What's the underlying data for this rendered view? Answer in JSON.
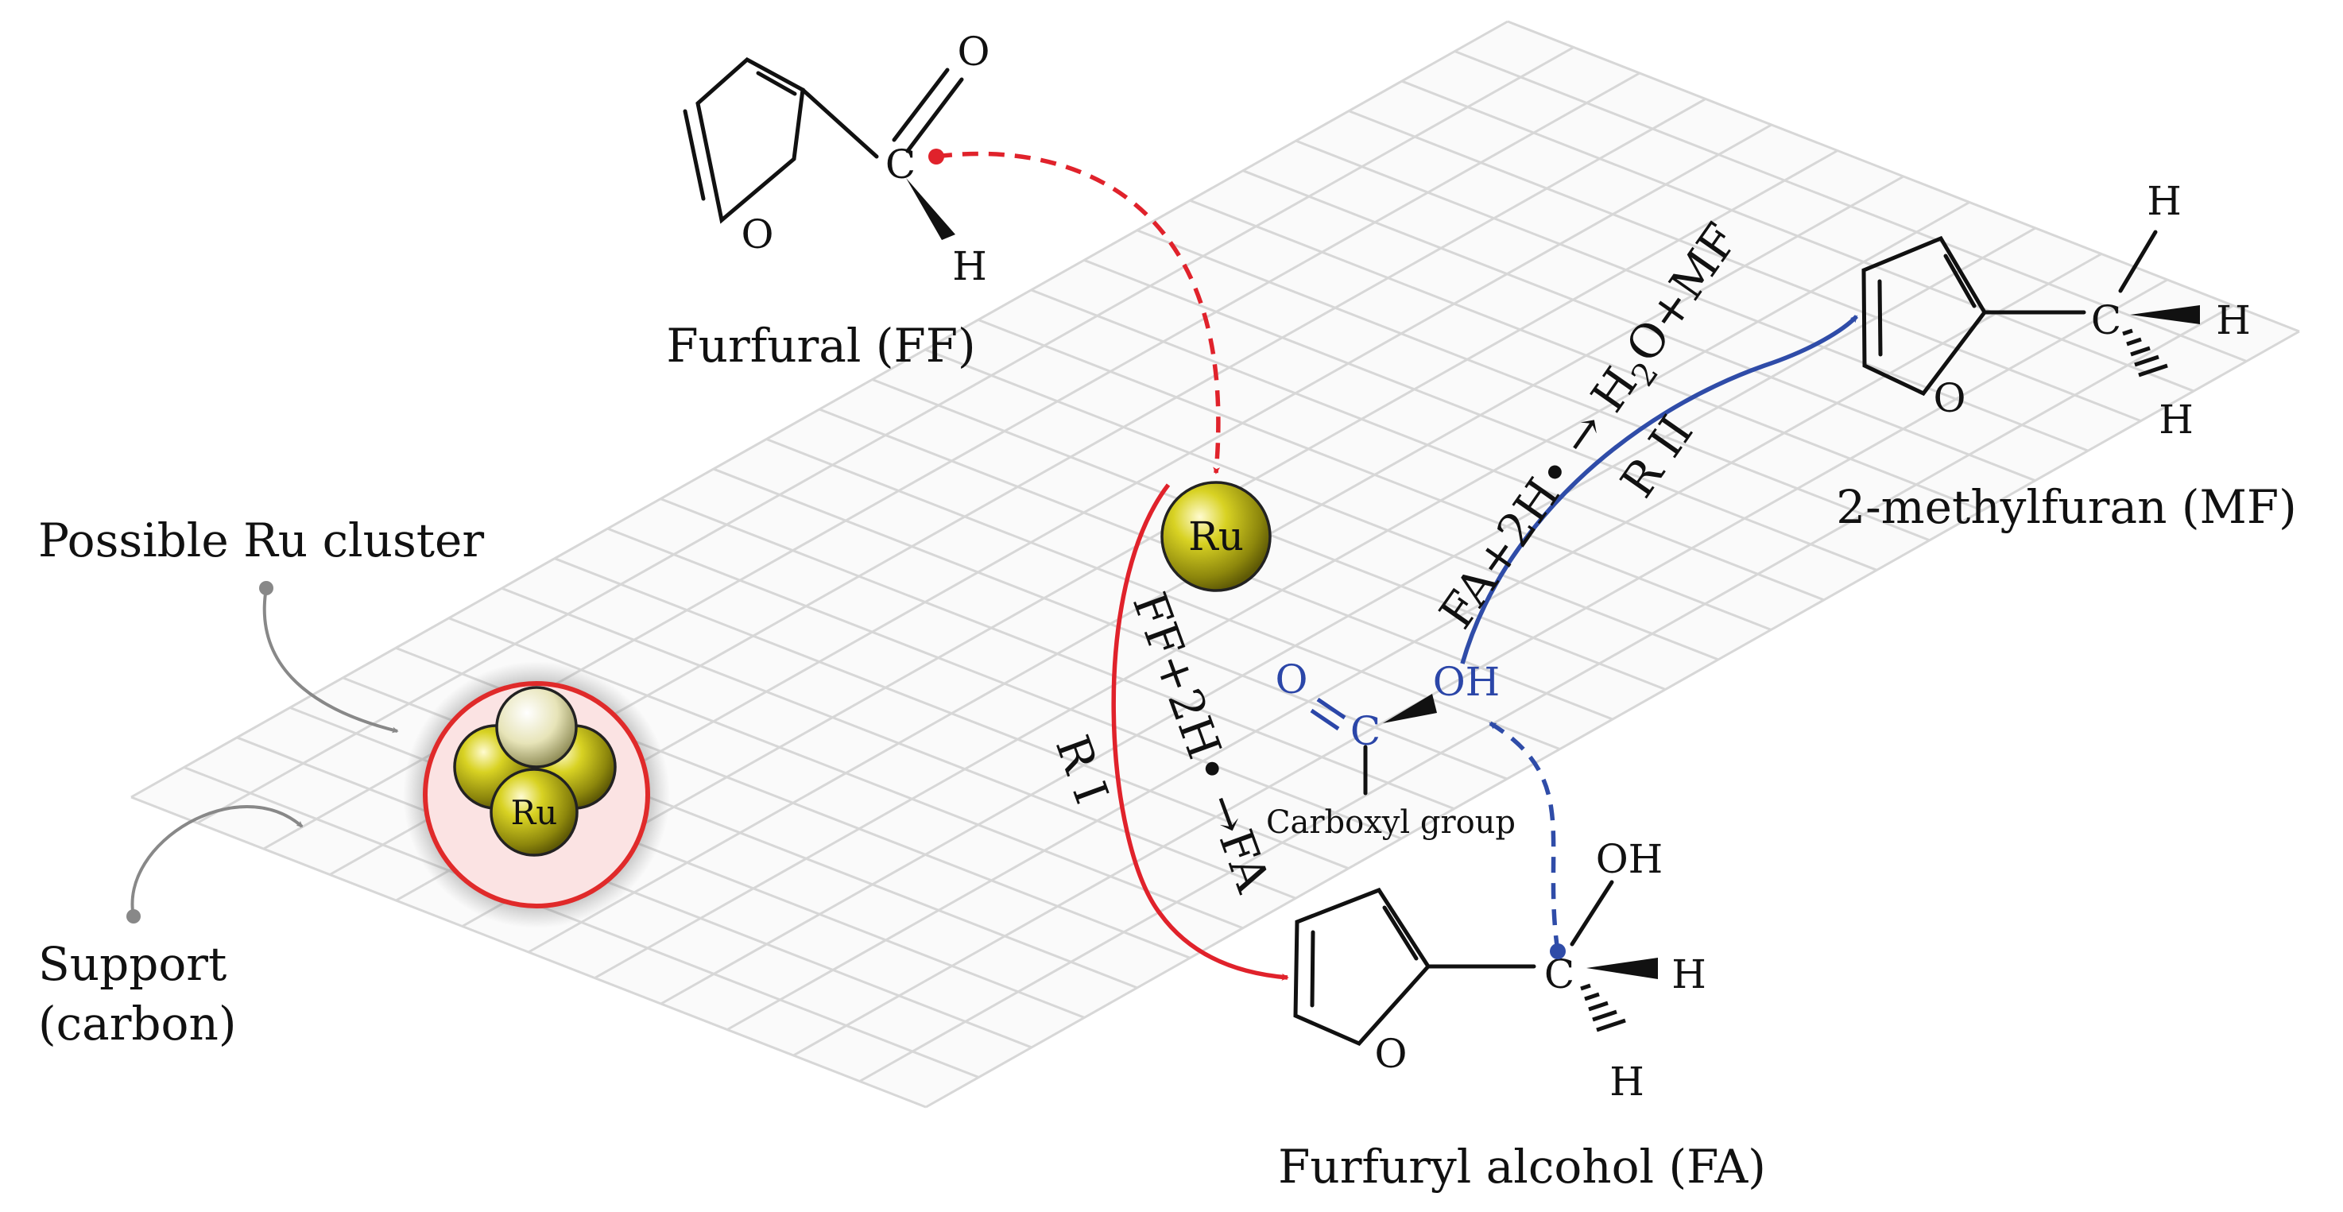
{
  "colors": {
    "red_arrow": "#e0222b",
    "blue_arrow": "#2f4ca8",
    "grid": "#d7d7d7",
    "ru_yellow": "#c7c21a",
    "ru_top": "#f1efc8",
    "cluster_ring": "#e02a2a",
    "cluster_fill": "#fbe3e3"
  },
  "compounds": {
    "furfural": "Furfural (FF)",
    "methylfuran": "2-methylfuran (MF)",
    "furfuryl_alcohol": "Furfuryl alcohol (FA)"
  },
  "annotations": {
    "ru_cluster": "Possible Ru cluster",
    "support_line1": "Support",
    "support_line2": "(carbon)",
    "carboxyl": "Carboxyl group"
  },
  "atoms": {
    "O": "O",
    "C": "C",
    "H": "H",
    "OH": "OH",
    "ru": "Ru"
  },
  "reactions": {
    "r1_equation": "FF+2H• →FA",
    "r1_label": "R I",
    "r2_equation_pre": "FA+2H• → H",
    "r2_subscript": "2",
    "r2_equation_post": "O+MF",
    "r2_label": "R II"
  }
}
